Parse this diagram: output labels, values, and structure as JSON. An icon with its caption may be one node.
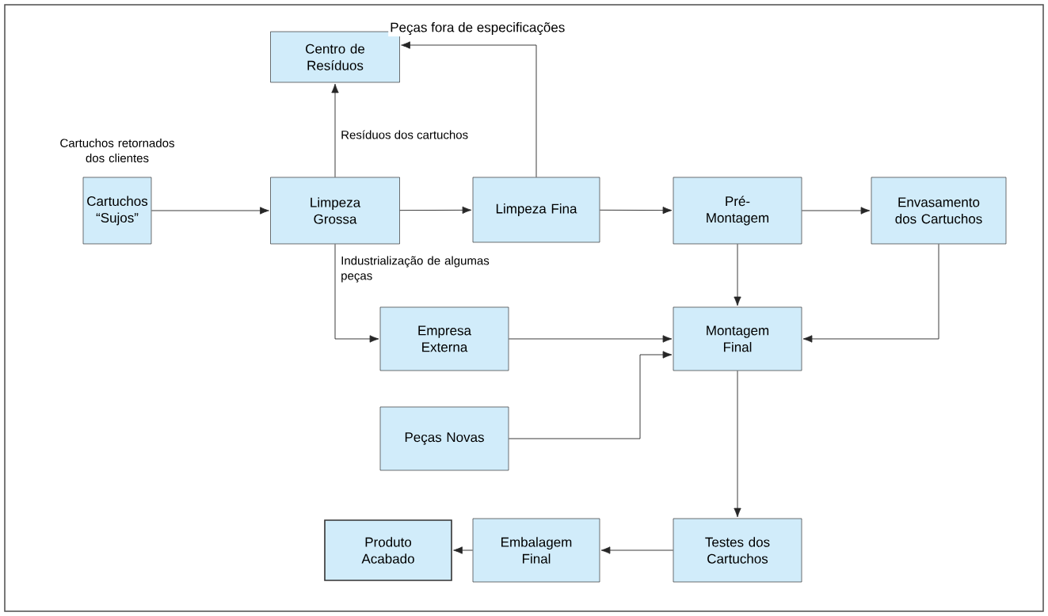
{
  "diagram": {
    "nodes": [
      {
        "text": [
          "Centro de Resíduos"
        ]
      },
      {
        "text": [
          "Cartuchos “Sujos”"
        ],
        "beside": [
          "Cartuchos retornados dos clientes"
        ]
      },
      {
        "text": [
          "Limpeza Grossa"
        ]
      },
      {
        "text": [
          "Limpeza Fina"
        ]
      },
      {
        "text": [
          "Pré-Montagem"
        ]
      },
      {
        "text": [
          "Envasamento dos Cartuchos"
        ]
      },
      {
        "text": [
          "Empresa Externa"
        ]
      },
      {
        "text": [
          "Montagem Final"
        ]
      },
      {
        "text": [
          "Peças Novas"
        ]
      },
      {
        "text": [
          "Testes dos Cartuchos"
        ]
      },
      {
        "text": [
          "Embalagem Final"
        ]
      },
      {
        "text": [
          "Produto Acabado"
        ]
      }
    ],
    "edges": [
      {
        "from": 1,
        "to": 2,
        "arrow": "to"
      },
      {
        "from": 2,
        "to": 3,
        "arrow": "to"
      },
      {
        "from": 3,
        "to": 4,
        "arrow": "to"
      },
      {
        "from": 4,
        "to": 5,
        "arrow": "to"
      },
      {
        "from": 2,
        "to": 0,
        "arrow": "to",
        "label": "Resíduos dos cartuchos"
      },
      {
        "from": 3,
        "to": 0,
        "arrow": "to",
        "label": "Peças fora de especificações"
      },
      {
        "from": 2,
        "to": 6,
        "arrow": "to",
        "label": "Industrialização de algumas peças"
      },
      {
        "from": 6,
        "to": 7,
        "arrow": "to"
      },
      {
        "from": 4,
        "to": 7,
        "arrow": "to"
      },
      {
        "from": 5,
        "to": 7,
        "arrow": "to"
      },
      {
        "from": 8,
        "to": 7,
        "arrow": "to"
      },
      {
        "from": 7,
        "to": 9,
        "arrow": "to"
      },
      {
        "from": 9,
        "to": 10,
        "arrow": "to"
      },
      {
        "from": 10,
        "to": 11,
        "arrow": "to"
      }
    ]
  }
}
